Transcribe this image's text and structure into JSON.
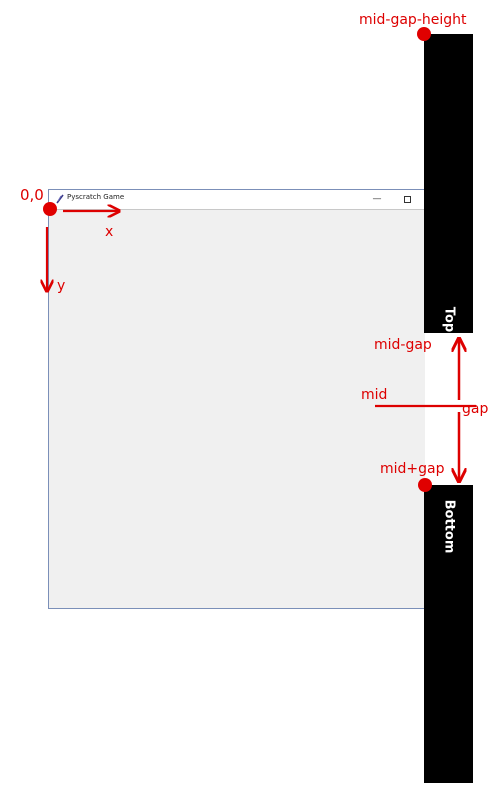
{
  "window": {
    "title": "Pyscratch Game",
    "minimize_glyph": "—",
    "maximize_icon": "square-icon",
    "app_icon": "feather-icon"
  },
  "pipes": {
    "top_label": "Top",
    "bottom_label": "Bottom"
  },
  "annotations": {
    "origin": "0,0",
    "x_axis": "x",
    "y_axis": "y",
    "mid_gap_height": "mid-gap-height",
    "mid_minus_gap": "mid-gap",
    "mid": "mid",
    "gap": "gap",
    "mid_plus_gap": "mid+gap"
  },
  "colors": {
    "annotation": "#dd0000",
    "pipe": "#000000",
    "pipe_text": "#ffffff",
    "window_client": "#f0f0f0",
    "window_border": "#7b8fb8"
  }
}
